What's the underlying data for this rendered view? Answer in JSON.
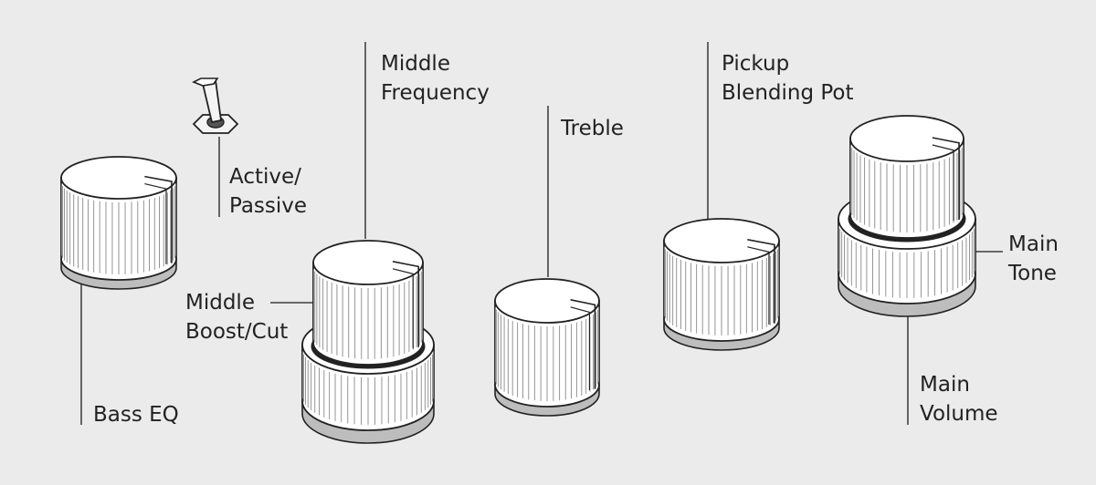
{
  "diagram": {
    "colors": {
      "background": "#ebebeb",
      "knob_fill": "#ffffff",
      "outline": "#222222",
      "ridge": "#8a8a8a",
      "shadow": "#bdbdbd",
      "leader": "#555555"
    },
    "labels": {
      "middle_frequency": [
        "Middle",
        "Frequency"
      ],
      "active_passive": [
        "Active/",
        "Passive"
      ],
      "treble": [
        "Treble"
      ],
      "pickup_blending": [
        "Pickup",
        "Blending Pot"
      ],
      "middle_boost": [
        "Middle",
        "Boost/Cut"
      ],
      "bass_eq": [
        "Bass EQ"
      ],
      "main_tone": [
        "Main",
        "Tone"
      ],
      "main_volume": [
        "Main",
        "Volume"
      ]
    }
  }
}
